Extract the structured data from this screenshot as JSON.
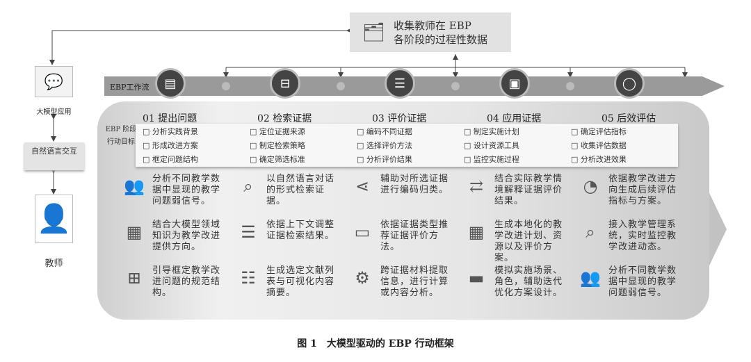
{
  "top_box": {
    "icon": "data-collection-icon",
    "line1": "收集教师在 EBP",
    "line2": "各阶段的过程性数据"
  },
  "left": {
    "app_label": "大模型应用",
    "interaction": "自然语言交互",
    "teacher_label": "教师"
  },
  "flow": {
    "label": "EBP工作流"
  },
  "row_label": "EBP 阶段行动目标",
  "stages": [
    {
      "title": "01 提出问题",
      "goals": [
        "□ 分析实践背景",
        "□ 形成改进方案",
        "□ 框定问题结构"
      ]
    },
    {
      "title": "02 检索证据",
      "goals": [
        "□ 定位证据来源",
        "□ 制定检索策略",
        "□ 确定筛选标准"
      ]
    },
    {
      "title": "03 评价证据",
      "goals": [
        "□ 编码不同证据",
        "□ 选择评价方法",
        "□ 分析评价结果"
      ]
    },
    {
      "title": "04 应用证据",
      "goals": [
        "□ 制定实施计划",
        "□ 设计资源工具",
        "□ 监控实施过程"
      ]
    },
    {
      "title": "05 后效评估",
      "goals": [
        "□ 确定评估指标",
        "□ 收集评估数据",
        "□ 分析改进效果"
      ]
    }
  ],
  "actions": [
    [
      {
        "icon": "people-analysis-icon",
        "glyph": "👥",
        "text": "分析不同教学数据中显现的教学问题弱信号。"
      },
      {
        "icon": "search-bar-icon",
        "glyph": "⌕",
        "text": "以自然语言对话的形式检索证据。"
      },
      {
        "icon": "share-icon",
        "glyph": "⋖",
        "text": "辅助对所选证据进行编码归类。"
      },
      {
        "icon": "swap-icon",
        "glyph": "⇄",
        "text": "结合实际教学情境解释证据评价结果。"
      },
      {
        "icon": "gauge-icon",
        "glyph": "◔",
        "text": "依据教学改进方向生成后续评估指标与方案。"
      }
    ],
    [
      {
        "icon": "presentation-icon",
        "glyph": "▦",
        "text": "结合大模型领域知识为教学改进提供方向。"
      },
      {
        "icon": "sliders-icon",
        "glyph": "☰",
        "text": "依据上下文调整证据检索结果。"
      },
      {
        "icon": "monitor-chart-icon",
        "glyph": "▭",
        "text": "依据证据类型推荐证据评价方法。"
      },
      {
        "icon": "calendar-icon",
        "glyph": "▦",
        "text": "生成本地化的教学改进计划、资源以及评价方案。"
      },
      {
        "icon": "monitor-search-icon",
        "glyph": "⌕",
        "text": "接入教学管理系统，实时监控教学改进动态。"
      }
    ],
    [
      {
        "icon": "structure-icon",
        "glyph": "⊞",
        "text": "引导框定教学改进问题的规范结构。"
      },
      {
        "icon": "list-document-icon",
        "glyph": "☷",
        "text": "生成选定文献列表与可视化内容摘要。"
      },
      {
        "icon": "computer-gear-icon",
        "glyph": "⚙",
        "text": "跨证据材料提取信息，进行计算或内容分析。"
      },
      {
        "icon": "folder-user-icon",
        "glyph": "▬",
        "text": "模拟实施场景、角色，辅助迭代优化方案设计。"
      },
      {
        "icon": "people-analysis-icon",
        "glyph": "👥",
        "text": "分析不同教学数据中显现的教学问题弱信号。"
      }
    ]
  ],
  "caption": "图 1　大模型驱动的 EBP 行动框架"
}
